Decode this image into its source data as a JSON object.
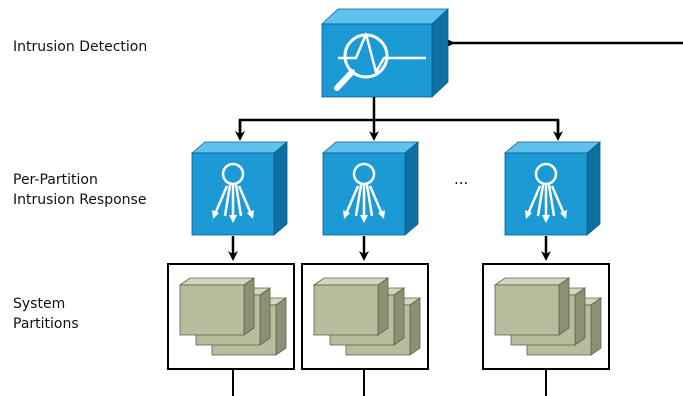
{
  "labels": {
    "intrusion_detection": "Intrusion Detection",
    "per_partition_line1": "Per-Partition",
    "per_partition_line2": "Intrusion Response",
    "system_line1": "System",
    "system_line2": "Partitions"
  },
  "ellipsis": "...",
  "colors": {
    "cube_front": "#1c9ad6",
    "cube_top": "#5fc1ec",
    "cube_side": "#0f6fa3",
    "panel_front": "#b9bd9d",
    "panel_top": "#d3d6bd",
    "panel_side": "#8d9174",
    "line": "#000000"
  },
  "icons": {
    "detection": "magnifier-waveform-icon",
    "response": "broadcast-arrows-icon",
    "partition": "stacked-panels-icon"
  }
}
